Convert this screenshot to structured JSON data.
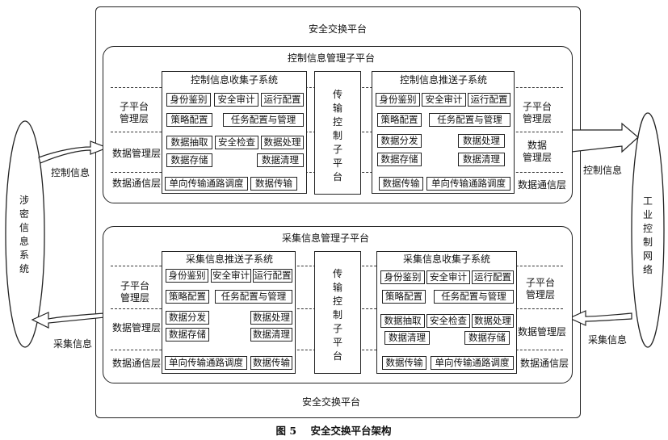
{
  "platform": {
    "title_top": "安全交换平台",
    "title_bottom": "安全交换平台"
  },
  "control_subplatform": {
    "title": "控制信息管理子平台",
    "layers": {
      "left_sub_mgmt": "子平台\n管理层",
      "left_data_mgmt": "数据管理层",
      "left_data_comm": "数据通信层",
      "right_sub_mgmt": "子平台\n管理层",
      "right_data_mgmt": "数据\n管理层",
      "right_data_comm": "数据通信层"
    },
    "collect_subsystem": {
      "title": "控制信息收集子系统",
      "cells": [
        "身份鉴别",
        "安全审计",
        "运行配置",
        "策略配置",
        "任务配置与管理",
        "数据抽取",
        "安全检查",
        "数据处理",
        "数据存储",
        "数据清理",
        "单向传输通路调度",
        "数据传输"
      ]
    },
    "transfer": "传输控制子平台",
    "push_subsystem": {
      "title": "控制信息推送子系统",
      "cells": [
        "身份鉴别",
        "安全审计",
        "运行配置",
        "策略配置",
        "任务配置与管理",
        "数据分发",
        "数据处理",
        "数据存储",
        "数据清理",
        "数据传输",
        "单向传输通路调度"
      ]
    }
  },
  "collection_subplatform": {
    "title": "采集信息管理子平台",
    "layers": {
      "left_sub_mgmt": "子平台\n管理层",
      "left_data_mgmt": "数据管理层",
      "left_data_comm": "数据通信层",
      "right_sub_mgmt": "子平台\n管理层",
      "right_data_mgmt": "数据管理层",
      "right_data_comm": "数据通信层"
    },
    "push_subsystem": {
      "title": "采集信息推送子系统",
      "cells": [
        "身份鉴别",
        "安全审计",
        "运行配置",
        "策略配置",
        "任务配置与管理",
        "数据分发",
        "数据处理",
        "数据存储",
        "数据清理",
        "单向传输通路调度",
        "数据传输"
      ]
    },
    "transfer": "传输控制子平台",
    "collect_subsystem": {
      "title": "采集信息收集子系统",
      "cells": [
        "身份鉴别",
        "安全审计",
        "运行配置",
        "策略配置",
        "任务配置与管理",
        "数据抽取",
        "安全检查",
        "数据处理",
        "数据清理",
        "数据存储",
        "数据传输",
        "单向传输通路调度"
      ]
    }
  },
  "external": {
    "left_system": "涉密信息系统",
    "right_network": "工业控制网络",
    "control_info_left": "控制信息",
    "control_info_right": "控制信息",
    "collect_info_left": "采集信息",
    "collect_info_right": "采集信息"
  },
  "caption": "图 5    安全交换平台架构"
}
